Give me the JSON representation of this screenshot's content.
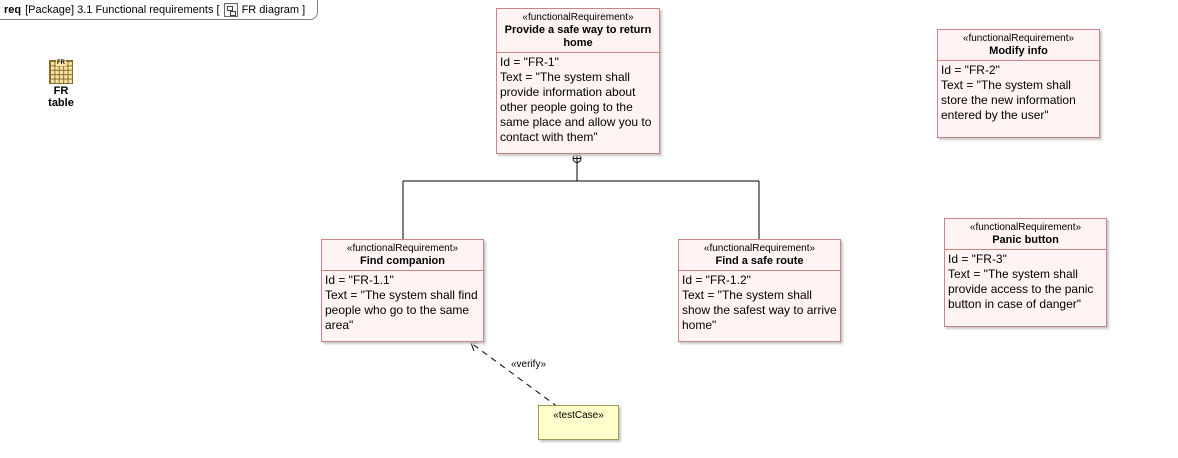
{
  "frame": {
    "keyword": "req",
    "package": "[Package]",
    "name": "3.1 Functional requirements [",
    "diagram": "FR diagram ]"
  },
  "table_shortcut": {
    "badge": "FR",
    "label": "FR table"
  },
  "requirements": [
    {
      "stereotype": "«functionalRequirement»",
      "name": "Provide a safe way to return home",
      "id": "Id = \"FR-1\"",
      "text": "Text = \"The system shall provide information about other people going to the same place and allow you to contact with them\""
    },
    {
      "stereotype": "«functionalRequirement»",
      "name": "Modify info",
      "id": "Id = \"FR-2\"",
      "text": "Text = \"The system shall store the new information entered by the user\""
    },
    {
      "stereotype": "«functionalRequirement»",
      "name": "Find companion",
      "id": "Id = \"FR-1.1\"",
      "text": "Text = \"The system shall find people who go to the same area\""
    },
    {
      "stereotype": "«functionalRequirement»",
      "name": "Find a safe route",
      "id": "Id = \"FR-1.2\"",
      "text": "Text = \"The system shall show the safest way to arrive home\""
    },
    {
      "stereotype": "«functionalRequirement»",
      "name": "Panic button",
      "id": "Id = \"FR-3\"",
      "text": "Text = \"The system shall provide access to the panic button in case of danger\""
    }
  ],
  "test_case": {
    "stereotype": "«testCase»"
  },
  "verify_label": "«verify»",
  "colors": {
    "req_fill": "#fff3f3",
    "req_border": "#c98585",
    "testcase_fill": "#ffffcc"
  }
}
